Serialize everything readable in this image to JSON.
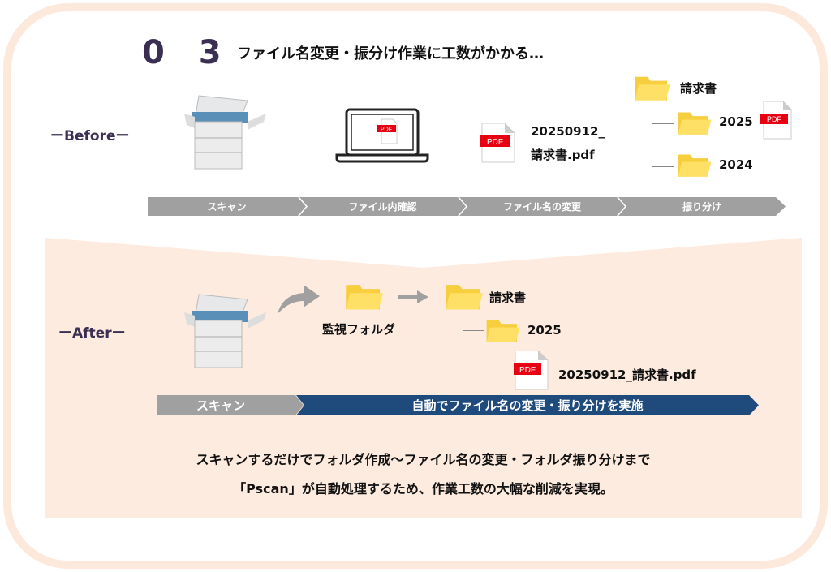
{
  "section_number": "0 3",
  "title": "ファイル名変更・振分け作業に工数がかかる…",
  "before": {
    "label": "ーBeforeー",
    "filename_line1": "20250912_",
    "filename_line2": "請求書.pdf",
    "folder_root": "請求書",
    "folder_2025": "2025",
    "folder_2024": "2024",
    "pdf_badge": "PDF",
    "steps": [
      "スキャン",
      "ファイル内確認",
      "ファイル名の変更",
      "振り分け"
    ]
  },
  "after": {
    "label": "ーAfterー",
    "watch_folder": "監視フォルダ",
    "folder_root": "請求書",
    "folder_2025": "2025",
    "filename": "20250912_請求書.pdf",
    "pdf_badge": "PDF",
    "steps": [
      "スキャン",
      "自動でファイル名の変更・振り分けを実施"
    ]
  },
  "summary": {
    "line1": "スキャンするだけでフォルダ作成～ファイル名の変更・フォルダ振り分けまで",
    "line2": "「Pscan」が自動処理するため、作業工数の大幅な削減を実現。"
  },
  "colors": {
    "peach": "#fdebdf",
    "navy": "#1f4a7c",
    "grey": "#a0a0a0",
    "folder": "#ffe066",
    "pdf_red": "#e60012",
    "heading": "#3a2f52"
  }
}
